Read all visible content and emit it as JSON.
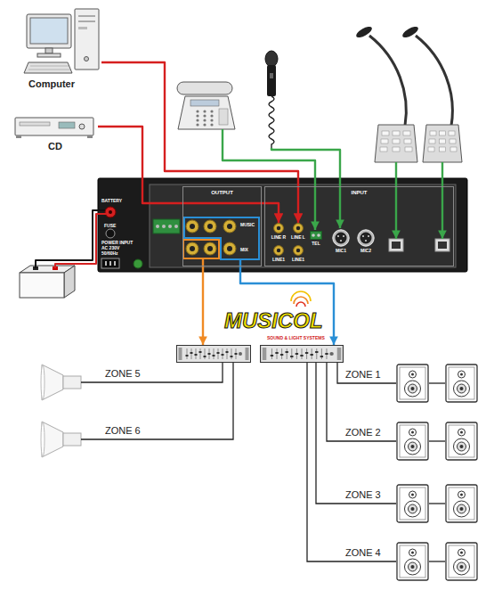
{
  "diagram": {
    "nodes": [
      {
        "text": [
          "Computer"
        ]
      },
      {
        "text": [
          "CD"
        ]
      },
      {
        "text": [
          "BATTERY",
          "FUSE",
          "POWER INPUT AC 230V 50/60Hz"
        ]
      },
      {
        "text": [
          "OUTPUT",
          "MUSIC",
          "MIX"
        ],
        "in": 2
      },
      {
        "text": [
          "INPUT"
        ],
        "in": 2
      },
      {
        "text": [
          "LINE R"
        ],
        "in": 4
      },
      {
        "text": [
          "LINE L"
        ],
        "in": 4
      },
      {
        "text": [
          "LINE1"
        ],
        "in": 4
      },
      {
        "text": [
          "LINE1"
        ],
        "in": 4
      },
      {
        "text": [
          "TEL"
        ],
        "in": 4
      },
      {
        "text": [
          "MIC1"
        ],
        "in": 4
      },
      {
        "text": [
          "MIC2"
        ],
        "in": 4
      }
    ],
    "edges": [
      {
        "from": 0,
        "to": 6,
        "arrow": "to"
      },
      {
        "from": 1,
        "to": 5,
        "arrow": "to"
      }
    ],
    "labels": [
      "MUSICOL",
      "SOUND & LIGHT SYSTEMS",
      "ZONE 5",
      "ZONE 6",
      "ZONE 1",
      "ZONE 2",
      "ZONE 3",
      "ZONE 4"
    ]
  }
}
